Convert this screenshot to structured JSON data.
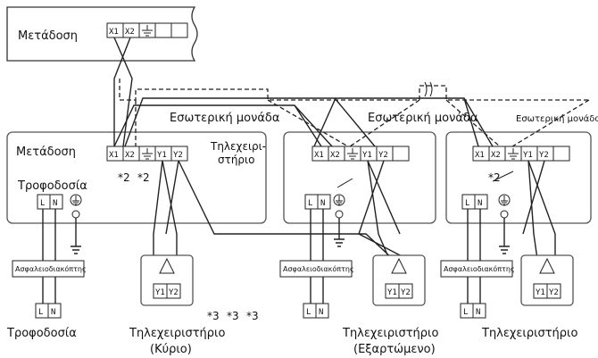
{
  "labels": {
    "transmission_top": "Μετάδοση",
    "indoor_unit": "Εσωτερική μονάδα",
    "transmission": "Μετάδοση",
    "remote": "Τηλεχειρι-\nστήριο",
    "power_supply": "Τροφοδοσία",
    "breaker": "Ασφαλειοδιακόπτης",
    "note2": "*2",
    "note3": "*3",
    "remote_controller": "Τηλεχειριστήριο",
    "main": "(Κύριο)",
    "sub": "(Εξαρτώμενο)"
  },
  "terminals": {
    "x1": "X1",
    "x2": "X2",
    "y1": "Y1",
    "y2": "Y2",
    "l": "L",
    "n": "N"
  }
}
